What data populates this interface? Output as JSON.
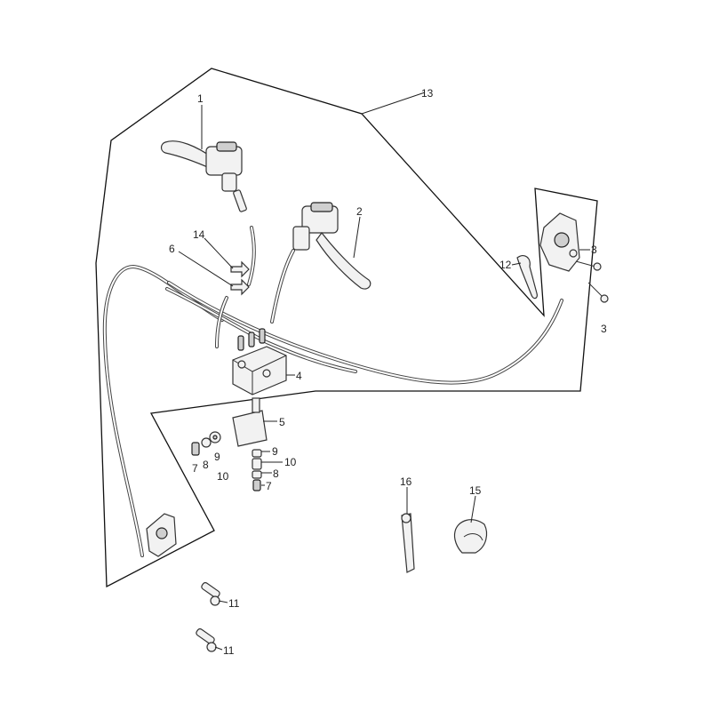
{
  "callouts": {
    "c1": "1",
    "c2": "2",
    "c3a": "3",
    "c3b": "3",
    "c4": "4",
    "c5": "5",
    "c6": "6",
    "c7a": "7",
    "c7b": "7",
    "c8a": "8",
    "c8b": "8",
    "c9a": "9",
    "c9b": "9",
    "c10a": "10",
    "c10b": "10",
    "c11a": "11",
    "c11b": "11",
    "c12": "12",
    "c13": "13",
    "c14": "14",
    "c15": "15",
    "c16": "16"
  }
}
